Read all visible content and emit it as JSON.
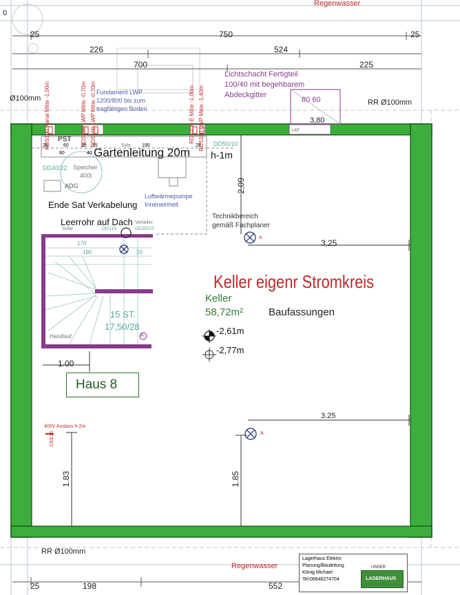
{
  "plan": {
    "top_label": "Regenwasser",
    "bottom_label": "Regenwasser",
    "corner_fragment": "0",
    "dims": {
      "top_25_left": "25",
      "top_750": "750",
      "top_25_right": "25",
      "top_226": "226",
      "top_524": "524",
      "top_700": "700",
      "top_225": "225",
      "pipe_left": "Ø100mm",
      "pipe_right": "RR Ø100mm",
      "dim_380": "3,80",
      "dim_209": "2,09",
      "dim_325a": "3,25",
      "dim_325b": "3.25",
      "dim_100": "1.00",
      "dim_183": "1.83",
      "dim_185": "1.85",
      "pipe_bottom": "RR Ø100mm",
      "bottom_25": "25",
      "bottom_198": "198",
      "bottom_552": "552",
      "lkf": "LKF",
      "pst": "PST",
      "small_25a": "25",
      "small_60": "60",
      "small_25b": "25",
      "small_25c": "25",
      "small_80": "80",
      "small_40": "40",
      "small_25d": "25",
      "small_190": "190",
      "small_170": "170",
      "small_190b": "190",
      "small_20": "20"
    },
    "annotations": {
      "fundament": "Fundament LWP",
      "fundament2": "1200/800 bis zum",
      "fundament3": "tragfähigen Boden",
      "lichtschacht1": "Lichtschacht Fertigteil",
      "lichtschacht2": "100/40 mit begehbarem",
      "lichtschacht3": "Abdeckgitter",
      "lichtschacht_nums": "80  60",
      "gartenleitung": "Gartenleitung 20m",
      "h1m": "h-1m",
      "dd40": "DD40/22",
      "dd50": "DD50/10",
      "speicher": "Speicher",
      "speicher_vol": "400l",
      "adg": "ADG",
      "sole": "Sole",
      "luftwp1": "Luftwärmepumpe",
      "luftwp2": "Inneneinheit",
      "sat": "Ende Sat Verkabelung",
      "leerrohr": "Leerrohr auf Dach",
      "verteiler": "Verteiler",
      "solar": "Solar",
      "dd110": "DD110",
      "dd20": "DD20/10",
      "technik1": "Technikbereich",
      "technik2": "gemäß Fachplaner",
      "stromkreis": "Keller eigenr Stromkreis",
      "room_name": "Keller",
      "room_area": "58,72m²",
      "baufassungen": "Baufassungen",
      "level1": "-2,61m",
      "level2": "-2,77m",
      "stairs1": "15 ST.",
      "stairs2": "17,50/28",
      "handlauf": "Handlauf",
      "haus": "Haus 8",
      "auslass": "400V Auslass h-2m",
      "cee": "CEE16",
      "lamp_a1": "A",
      "lamp_a2": "A",
      "lamp_a3": "A",
      "rds_a": "RDS100 Kanal Mitte -1,00m",
      "rds_b": "RDS100 LWP Mitte -0,70m",
      "rds_c": "RDS100 LWP Mitte -0,70m",
      "rds_d": "RDS100-E Mitte -1,00m",
      "rds_e": "RDS100 LWP Mitte -1,40m"
    },
    "titleblock": {
      "line1": "Lagerhaus Elektro",
      "line2": "Planung/Bauleitung",
      "line3": "König Michael",
      "line4": "Tel:06646274704",
      "logo_top": "UNSER",
      "logo_mid": "LAGERHAUS"
    },
    "colors": {
      "wall": "#3cae3c",
      "wall_edge": "#1c5a1c",
      "stair_wall": "#8a3a8a",
      "annotation_red": "#c0282a",
      "room_text": "#2f7d2f",
      "purple": "#8a3a8a"
    }
  }
}
